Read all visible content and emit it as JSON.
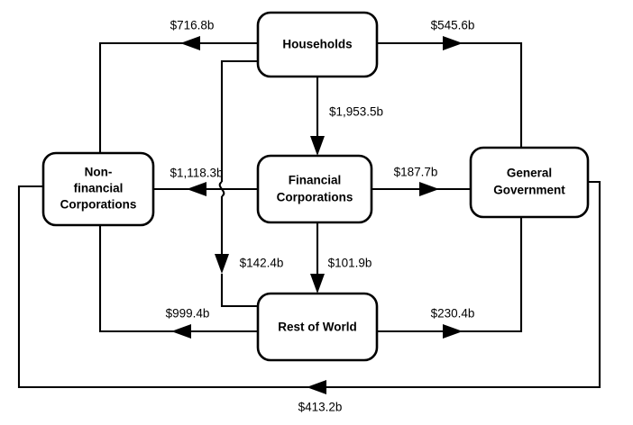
{
  "diagram": {
    "type": "flow-of-funds-diagram",
    "background_color": "#ffffff",
    "line_color": "#000000",
    "text_color": "#000000",
    "nodes": [
      {
        "id": "households",
        "label": "Households"
      },
      {
        "id": "nonfinancial",
        "label_line1": "Non-",
        "label_line2": "financial",
        "label_line3": "Corporations"
      },
      {
        "id": "financial",
        "label_line1": "Financial",
        "label_line2": "Corporations"
      },
      {
        "id": "government",
        "label_line1": "General",
        "label_line2": "Government"
      },
      {
        "id": "restofworld",
        "label": "Rest of World"
      }
    ],
    "flows": [
      {
        "id": "hh-to-nfc",
        "from": "households",
        "to": "nonfinancial",
        "amount": "$716.8b"
      },
      {
        "id": "hh-to-gov",
        "from": "households",
        "to": "government",
        "amount": "$545.6b"
      },
      {
        "id": "hh-to-fc",
        "from": "households",
        "to": "financial",
        "amount": "$1,953.5b"
      },
      {
        "id": "fc-to-nfc",
        "from": "financial",
        "to": "nonfinancial",
        "amount": "$1,118.3b"
      },
      {
        "id": "fc-to-gov",
        "from": "financial",
        "to": "government",
        "amount": "$187.7b"
      },
      {
        "id": "hh-to-row",
        "from": "households",
        "to": "restofworld",
        "amount": "$142.4b"
      },
      {
        "id": "fc-to-row",
        "from": "financial",
        "to": "restofworld",
        "amount": "$101.9b"
      },
      {
        "id": "row-to-nfc",
        "from": "restofworld",
        "to": "nonfinancial",
        "amount": "$999.4b"
      },
      {
        "id": "row-to-gov",
        "from": "restofworld",
        "to": "government",
        "amount": "$230.4b"
      },
      {
        "id": "gov-to-nfc",
        "from": "government",
        "to": "nonfinancial",
        "amount": "$413.2b"
      }
    ]
  }
}
